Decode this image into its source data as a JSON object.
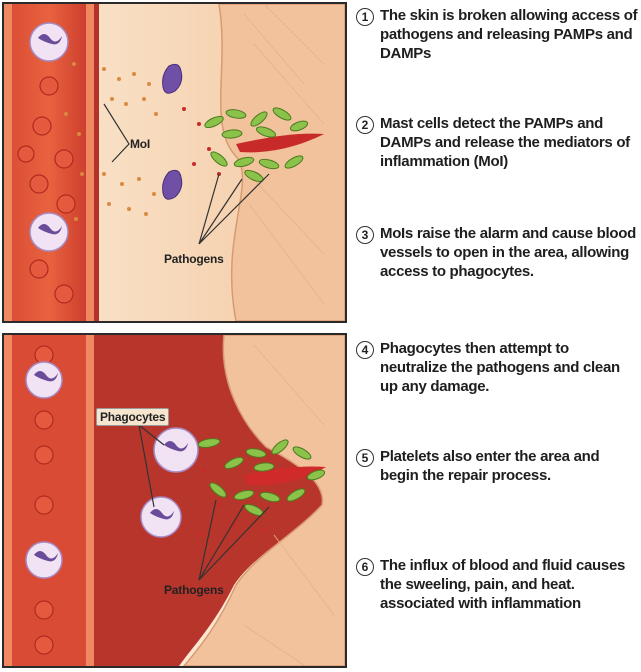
{
  "labels": {
    "moi": "MoI",
    "pathogens_top": "Pathogens",
    "phagocytes": "Phagocytes",
    "pathogens_bottom": "Pathogens"
  },
  "steps": [
    {
      "number": "1",
      "text": "The skin is broken allowing access of pathogens and releasing PAMPs and DAMPs"
    },
    {
      "number": "2",
      "text": "Mast cells detect the PAMPs and DAMPs and release the mediators of inflammation (MoI)"
    },
    {
      "number": "3",
      "text": "MoIs raise the alarm and cause blood vessels to open in the area, allowing access to phagocytes."
    },
    {
      "number": "4",
      "text": "Phagocytes then attempt to neutralize the pathogens and clean up any damage."
    },
    {
      "number": "5",
      "text": "Platelets also enter the area and begin the repair process."
    },
    {
      "number": "6",
      "text": "The influx of blood and fluid causes the sweeling, pain, and heat. associated with inflammation"
    }
  ],
  "colors": {
    "vessel": "#c4372a",
    "vessel_wall": "#e87a4f",
    "tissue": "#f6d9bd",
    "skin": "#f3c9a4",
    "blood_pool": "#b8352b",
    "pathogen": "#7cb342",
    "phagocyte": "#7a5aa8"
  }
}
